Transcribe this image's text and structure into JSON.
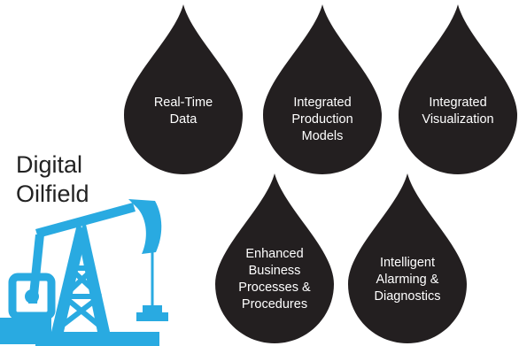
{
  "title": {
    "line1": "Digital",
    "line2": "Oilfield"
  },
  "colors": {
    "drop": "#231f20",
    "drop_text": "#ffffff",
    "pump": "#29aae1",
    "title": "#222222"
  },
  "icons": {
    "pump": "pumpjack-icon",
    "drop": "oil-drop-shape"
  },
  "drops": [
    {
      "lines": [
        "Real-Time",
        "Data"
      ]
    },
    {
      "lines": [
        "Integrated",
        "Production",
        "Models"
      ]
    },
    {
      "lines": [
        "Integrated",
        "Visualization"
      ]
    },
    {
      "lines": [
        "Enhanced",
        "Business",
        "Processes &",
        "Procedures"
      ]
    },
    {
      "lines": [
        "Intelligent",
        "Alarming &",
        "Diagnostics"
      ]
    }
  ]
}
